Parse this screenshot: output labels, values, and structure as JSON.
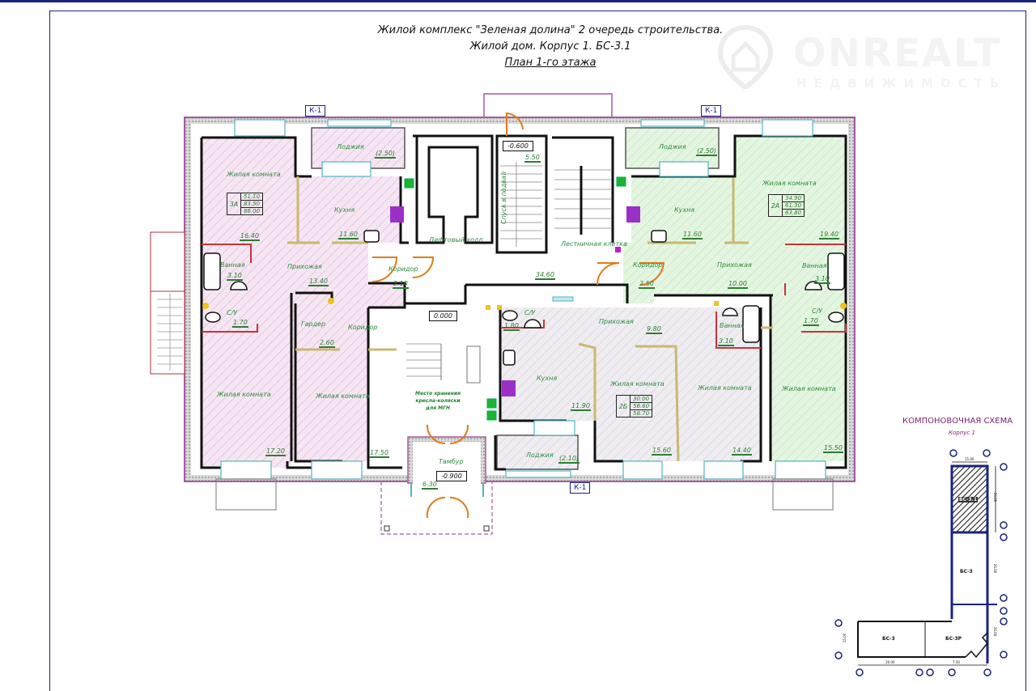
{
  "header": {
    "line1": "Жилой комплекс \"Зеленая долина\" 2 очередь строительства.",
    "line2": "Жилой дом. Корпус 1. БС-3.1",
    "line3": "План 1-го этажа"
  },
  "watermark": {
    "brand": "ONREALT",
    "tagline": "НЕДВИЖИМОСТЬ",
    "icon": "house-pin-icon"
  },
  "section_marks": [
    "К-1",
    "К-1",
    "К-1"
  ],
  "levels": {
    "basement_stair": "-0.600",
    "lift_hall": "0.000",
    "vestibule": "-0.900"
  },
  "colors": {
    "apt_3a": "#f3e3f1",
    "apt_2a": "#e2f5e0",
    "apt_2b": "#ece9ee",
    "outer_wall": "#a65ba0",
    "window": "#4fb3c2",
    "door": "#e07b18",
    "partition": "#c9b870",
    "wet_wall": "#c8323a",
    "text_green": "#2e8b3e",
    "mark_blue": "#1a237e"
  },
  "apartments": {
    "a3": {
      "code": "3А",
      "areas": [
        "51.10",
        "83.50",
        "86.00"
      ],
      "rooms": {
        "living1": {
          "name": "Жилая комната",
          "area": "16.40"
        },
        "loggia": {
          "name": "Лоджия",
          "area": "(2.50)"
        },
        "kitchen": {
          "name": "Кухня",
          "area": "11.60"
        },
        "bath": {
          "name": "Ванная",
          "area": "3.10"
        },
        "hall": {
          "name": "Прихожая",
          "area": "13.40"
        },
        "corridor_small": {
          "name": "Коридор",
          "area": "2.10"
        },
        "wc": {
          "name": "С/У",
          "area": "1.70"
        },
        "wardrobe": {
          "name": "Гардер",
          "area": "2.60"
        },
        "corridor": {
          "name": "Коридор"
        },
        "living2": {
          "name": "Жилая комната",
          "area": "17.20"
        },
        "living3": {
          "name": "Жилая комната",
          "area": "17.50"
        }
      }
    },
    "a2a": {
      "code": "2А",
      "areas": [
        "34.90",
        "61.30",
        "63.80"
      ],
      "rooms": {
        "loggia": {
          "name": "Лоджия",
          "area": "(2.50)"
        },
        "living1": {
          "name": "Жилая комната",
          "area": "19.40"
        },
        "kitchen": {
          "name": "Кухня",
          "area": "11.60"
        },
        "corridor": {
          "name": "Коридор",
          "area": "2.50"
        },
        "hall": {
          "name": "Прихожая",
          "area": "10.00"
        },
        "bath": {
          "name": "Ванная",
          "area": "3.10"
        },
        "wc": {
          "name": "С/У",
          "area": "1.70"
        },
        "living2": {
          "name": "Жилая комната",
          "area": "15.50"
        }
      }
    },
    "a2b": {
      "code": "2Б",
      "areas": [
        "30.00",
        "56.60",
        "58.70"
      ],
      "rooms": {
        "wc": {
          "name": "С/У",
          "area": "1.80"
        },
        "hall": {
          "name": "Прихожая",
          "area": "9.80"
        },
        "bath": {
          "name": "Ванная",
          "area": "3.10"
        },
        "kitchen": {
          "name": "Кухня",
          "area": "11.90"
        },
        "living1": {
          "name": "Жилая комната",
          "area": "15.60"
        },
        "living2": {
          "name": "Жилая комната",
          "area": "14.40"
        },
        "loggia": {
          "name": "Лоджия",
          "area": "(2.10)"
        }
      }
    }
  },
  "common": {
    "lift_hall": {
      "name": "Лифтовый холл"
    },
    "basement_stairs": {
      "name": "Спуск в подвал",
      "area": "5.50"
    },
    "stairwell": {
      "name": "Лестничная клетка"
    },
    "common_area": {
      "area": "34.60"
    },
    "vestibule": {
      "name": "Тамбур",
      "area": "6.30"
    },
    "mgn_note": [
      "Место хранения",
      "кресла-коляски",
      "для МГН"
    ]
  },
  "scheme": {
    "title": "КОМПОНОВОЧНАЯ СХЕМА",
    "subtitle": "Корпус 1",
    "blocks": [
      "БС-3.1",
      "БС-3",
      "БС-3",
      "БС-3Р"
    ],
    "dims": [
      "15.00",
      "26.00",
      "26.00",
      "15.00",
      "26.00",
      "7.50",
      "26.00"
    ]
  }
}
